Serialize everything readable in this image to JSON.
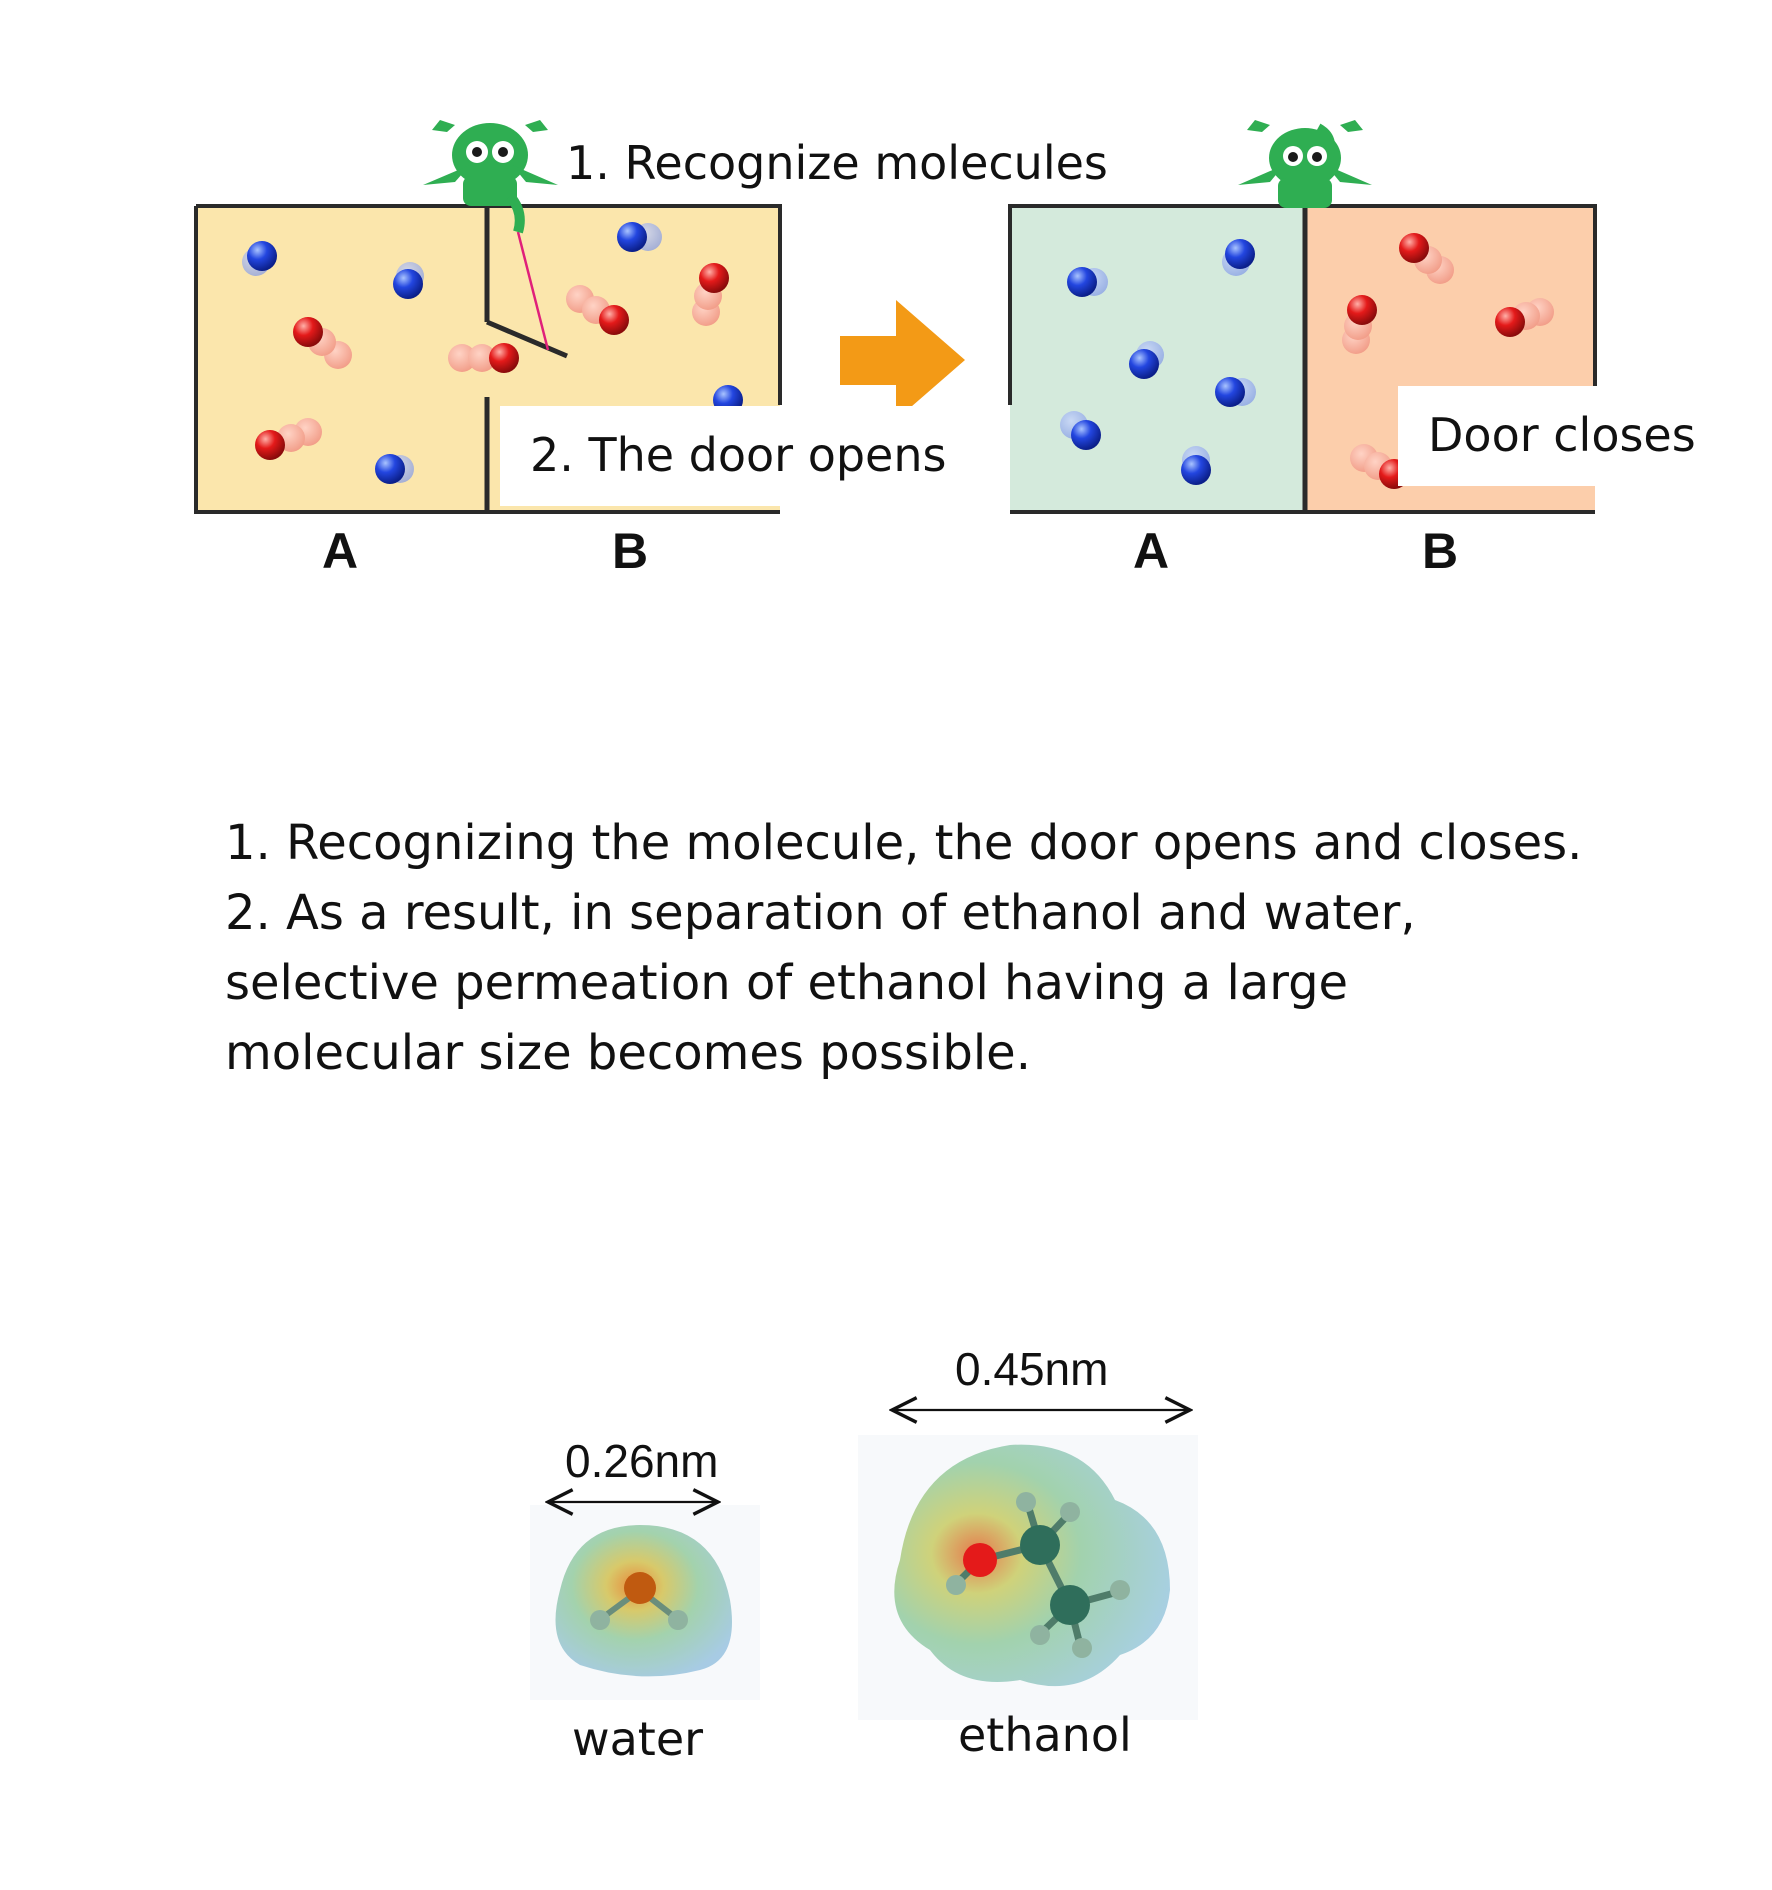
{
  "diagram": {
    "step1_label": "1. Recognize molecules",
    "step2_label": "2. The door opens",
    "door_closes_label": "Door closes",
    "before": {
      "left_label": "A",
      "right_label": "B"
    },
    "after": {
      "left_label": "A",
      "right_label": "B"
    },
    "colors": {
      "before_fill": "#fbe6ac",
      "after_left_fill": "#d4eadc",
      "after_right_fill": "#fcceab",
      "arrow": "#f39a16",
      "demon": "#2fae52",
      "blue_molecule": "#1f3fd8",
      "red_molecule": "#e21b1b"
    }
  },
  "description": {
    "line1": "1. Recognizing the molecule, the door opens and closes.",
    "line2": "2. As a result, in separation of ethanol and water,",
    "line3": "selective permeation of ethanol having a large",
    "line4": "molecular size becomes possible."
  },
  "molecules": {
    "water": {
      "name": "water",
      "size_label": "0.26nm"
    },
    "ethanol": {
      "name": "ethanol",
      "size_label": "0.45nm"
    }
  }
}
